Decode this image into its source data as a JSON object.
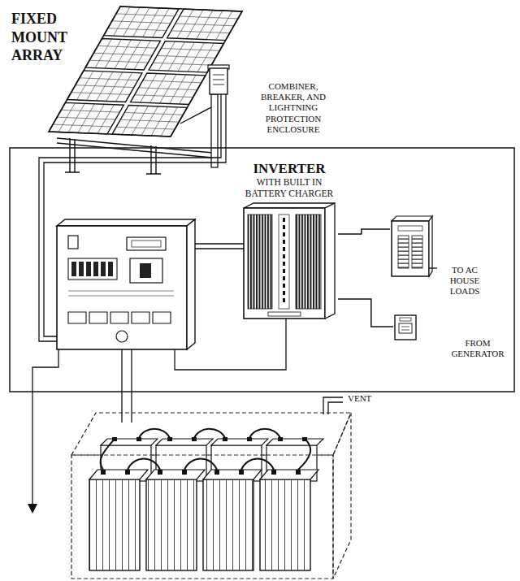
{
  "diagram": {
    "nodes": [
      {
        "text": [
          "FIXED MOUNT ARRAY"
        ]
      },
      {
        "text": [
          "COMBINER, BREAKER, AND LIGHTNING PROTECTION ENCLOSURE"
        ]
      },
      {
        "text": [
          "INVERTER",
          "WITH BUILT IN BATTERY CHARGER"
        ]
      },
      {
        "text": [
          "TO AC HOUSE LOADS"
        ]
      },
      {
        "text": [
          "FROM GENERATOR"
        ]
      }
    ],
    "edges": [
      {
        "from": 2,
        "to": 3,
        "arrow": "none"
      },
      {
        "from": 4,
        "to": 2,
        "arrow": "none"
      }
    ],
    "labels": [
      "VENT"
    ]
  }
}
